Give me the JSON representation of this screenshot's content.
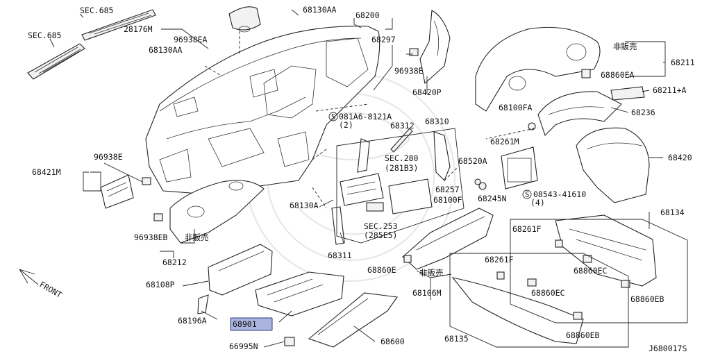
{
  "diagram_id": "J680017S",
  "front_label": "FRONT",
  "not_for_sale": "非販売",
  "labels": {
    "sec685_a": "SEC.685",
    "sec685_b": "SEC.685",
    "p28176m": "28176M",
    "p68130aa_top": "68130AA",
    "p96938ea": "96938EA",
    "p68130aa_left": "68130AA",
    "p68200": "68200",
    "p68297": "68297",
    "p96938e_top": "96938E",
    "p68420p": "68420P",
    "p68211": "68211",
    "p68860ea": "68860EA",
    "p68211a": "68211+A",
    "p68100fa": "68100FA",
    "p68236": "68236",
    "p081a6": "081A6-8121A",
    "p081a6_qty": "(2)",
    "p68312": "68312",
    "p68310": "68310",
    "sec280": "SEC.280",
    "sec280_sub": "(281B3)",
    "p96938e_left": "96938E",
    "p68421m": "68421M",
    "p68261m": "68261M",
    "p68420": "68420",
    "p68520a": "68520A",
    "p68257": "68257",
    "p68100f": "68100F",
    "p08543": "08543-41610",
    "p08543_qty": "(4)",
    "p68245n": "68245N",
    "p68130a": "68130A",
    "sec253": "SEC.253",
    "sec253_sub": "(285E5)",
    "p96938eb": "96938EB",
    "p68212": "68212",
    "p68311": "68311",
    "p68860e": "68860E",
    "p68106m": "68106M",
    "p68134": "68134",
    "p68261f_a": "68261F",
    "p68860ec_a": "68860EC",
    "p68860eb_a": "68860EB",
    "p68261f_b": "68261F",
    "p68860ec_b": "68860EC",
    "p68860eb_b": "68860EB",
    "p68108p": "68108P",
    "p68196a": "68196A",
    "p68901": "68901",
    "p66995n": "66995N",
    "p68600": "68600",
    "p68135": "68135"
  },
  "colors": {
    "highlight": "#aab4dc",
    "line": "#222222"
  }
}
